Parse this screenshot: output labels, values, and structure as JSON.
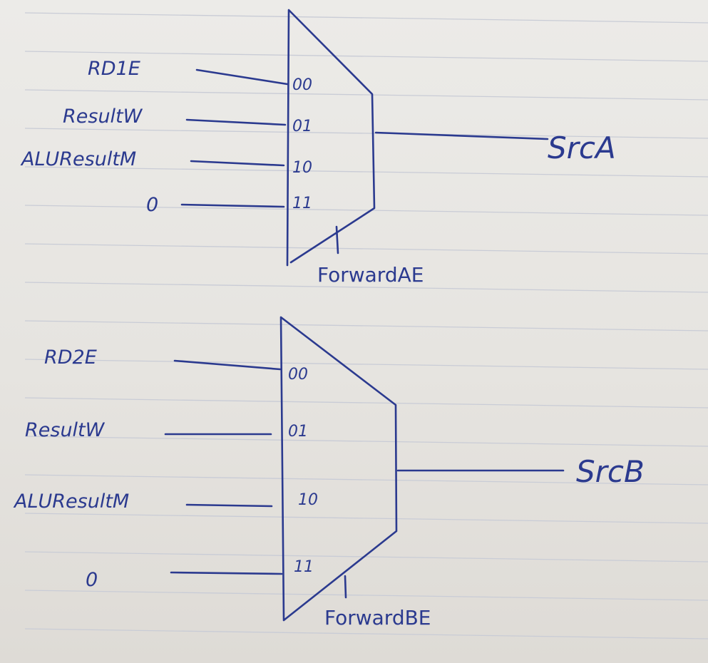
{
  "colors": {
    "ink": "#2b3a8f",
    "rule": "#c9ccd6",
    "paper": "#e7e5e2"
  },
  "mux_a": {
    "inputs": [
      "RD1E",
      "ResultW",
      "ALUResultM",
      "0"
    ],
    "selects": [
      "00",
      "01",
      "10",
      "11"
    ],
    "output": "SrcA",
    "control": "ForwardAE"
  },
  "mux_b": {
    "inputs": [
      "RD2E",
      "ResultW",
      "ALUResultM",
      "0"
    ],
    "selects": [
      "00",
      "01",
      "10",
      "11"
    ],
    "output": "SrcB",
    "control": "ForwardBE"
  }
}
